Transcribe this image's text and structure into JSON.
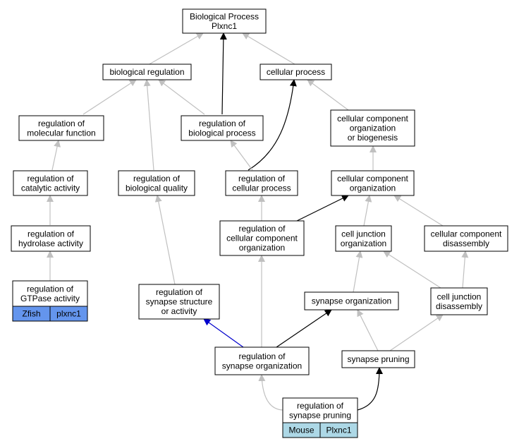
{
  "colors": {
    "grey_edge": "#c0c0c0",
    "black_edge": "#000000",
    "blue_edge": "#0000cc",
    "zfish_tag": "#6495ed",
    "mouse_tag": "#add8e6"
  },
  "nodes": {
    "bp_root": [
      "Biological Process",
      "Plxnc1"
    ],
    "bio_reg": [
      "biological regulation"
    ],
    "cell_proc": [
      "cellular process"
    ],
    "reg_mol_func": [
      "regulation of",
      "molecular function"
    ],
    "reg_bio_proc": [
      "regulation of",
      "biological process"
    ],
    "cccob": [
      "cellular component",
      "organization",
      "or biogenesis"
    ],
    "reg_cat": [
      "regulation of",
      "catalytic activity"
    ],
    "reg_bio_qual": [
      "regulation of",
      "biological quality"
    ],
    "reg_cell_proc": [
      "regulation of",
      "cellular process"
    ],
    "cco": [
      "cellular component",
      "organization"
    ],
    "reg_hydro": [
      "regulation of",
      "hydrolase activity"
    ],
    "reg_ccco": [
      "regulation of",
      "cellular component",
      "organization"
    ],
    "cj_org": [
      "cell junction",
      "organization"
    ],
    "cc_dis": [
      "cellular component",
      "disassembly"
    ],
    "reg_gtp": [
      "regulation of",
      "GTPase activity"
    ],
    "reg_syn_struct": [
      "regulation of",
      "synapse structure",
      "or activity"
    ],
    "syn_org": [
      "synapse organization"
    ],
    "cj_dis": [
      "cell junction",
      "disassembly"
    ],
    "reg_syn_org": [
      "regulation of",
      "synapse organization"
    ],
    "syn_prune": [
      "synapse pruning"
    ],
    "reg_syn_prune": [
      "regulation of",
      "synapse pruning"
    ]
  },
  "tags": {
    "zfish": {
      "species": "Zfish",
      "gene": "plxnc1"
    },
    "mouse": {
      "species": "Mouse",
      "gene": "Plxnc1"
    }
  }
}
